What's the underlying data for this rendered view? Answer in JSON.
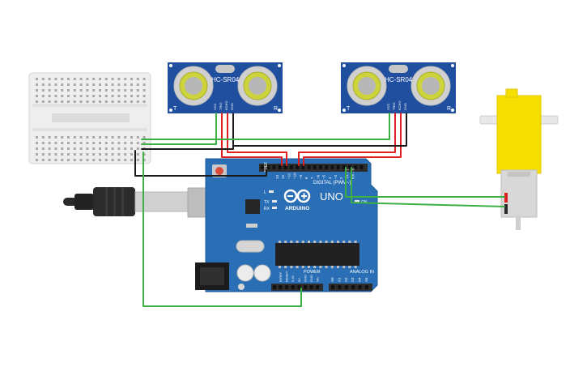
{
  "sensors": [
    {
      "model": "HC-SR04",
      "mark_left": "T",
      "mark_right": "R",
      "pins": [
        "VCC",
        "TRIG",
        "ECHO",
        "GND"
      ]
    },
    {
      "model": "HC-SR04",
      "mark_left": "T",
      "mark_right": "R",
      "pins": [
        "VCC",
        "TRIG",
        "ECHO",
        "GND"
      ]
    }
  ],
  "arduino": {
    "brand": "ARDUINO",
    "model": "UNO",
    "digital_label": "DIGITAL (PWM~)",
    "power_label": "POWER",
    "analog_label": "ANALOG IN",
    "on_label": "ON",
    "l_label": "L",
    "tx_label": "TX",
    "rx_label": "RX",
    "aref": "AREF",
    "gnd": "GND",
    "digital_pins": [
      "13",
      "12",
      "~11",
      "~10",
      "~9",
      "8",
      "7",
      "~6",
      "~5",
      "4",
      "~3",
      "2",
      "TX→1",
      "RX←0"
    ],
    "power_pins": [
      "IOREF",
      "RESET",
      "3.3V",
      "5V",
      "GND",
      "GND",
      "Vin"
    ],
    "analog_pins": [
      "A0",
      "A1",
      "A2",
      "A3",
      "A4",
      "A5"
    ]
  },
  "colors": {
    "wire_red": "#e02020",
    "wire_green": "#3cb043",
    "wire_black": "#1a1a1a",
    "board": "#2a6fb5",
    "sensor": "#1f4f9e",
    "motor": "#f6df00"
  }
}
